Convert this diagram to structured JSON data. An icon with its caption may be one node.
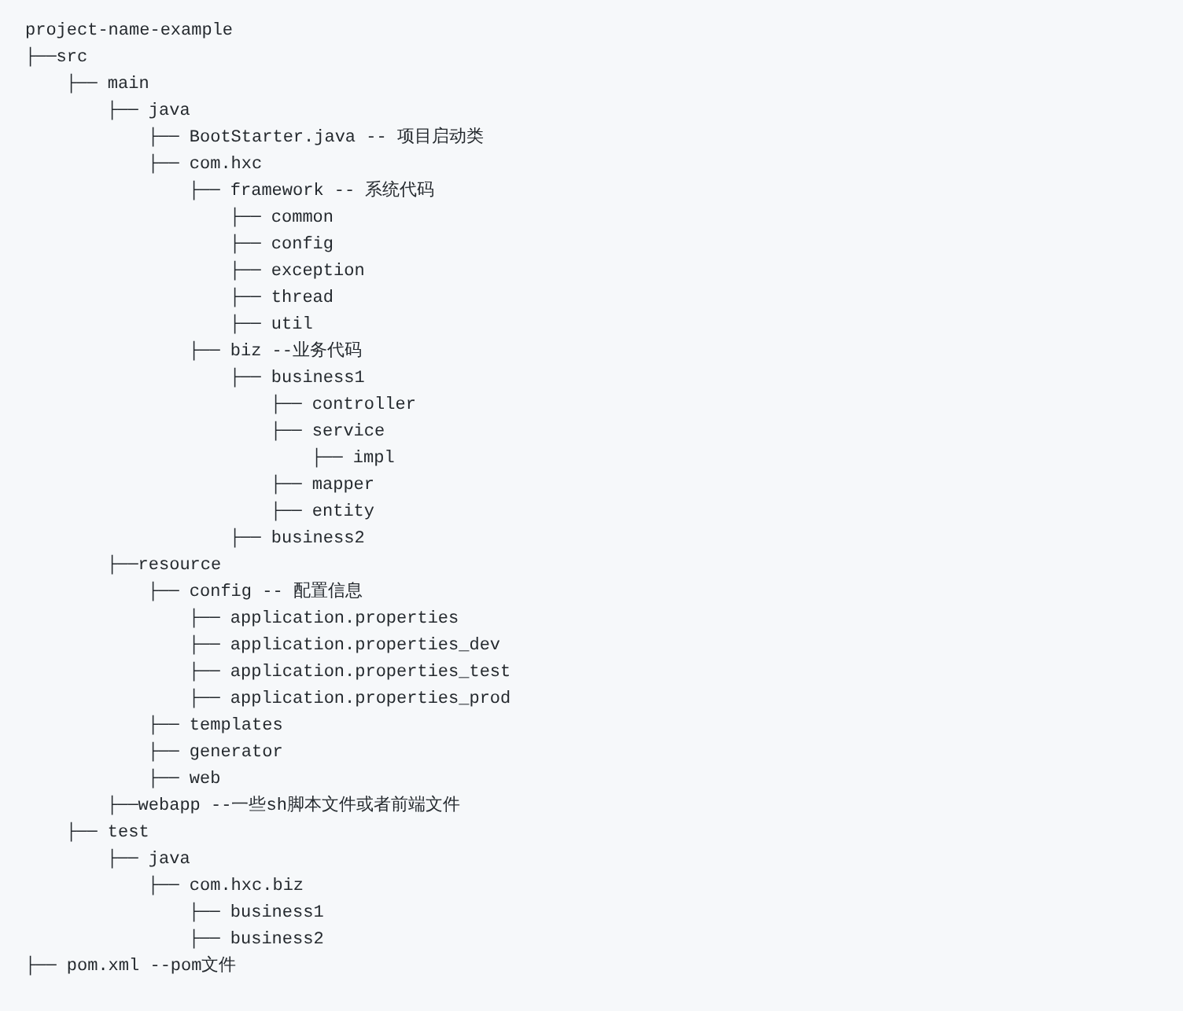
{
  "diagram": {
    "labels": [
      "project-name-example",
      "├──src",
      "├── main",
      "├── java",
      "├── BootStarter.java -- 项目启动类",
      "├── com.hxc",
      "├── framework -- 系统代码",
      "├── common",
      "├── config",
      "├── exception",
      "├── thread",
      "├── util",
      "├── biz --业务代码",
      "├── business1",
      "├── controller",
      "├── service",
      "├── impl",
      "├── mapper",
      "├── entity",
      "├── business2",
      "├──resource",
      "├── config -- 配置信息",
      "├── application.properties",
      "├── application.properties_dev",
      "├── application.properties_test",
      "├── application.properties_prod",
      "├── templates",
      "├── generator",
      "├── web",
      "├──webapp --一些sh脚本文件或者前端文件",
      "├── test",
      "├── java",
      "├── com.hxc.biz",
      "├── business1",
      "├── business2",
      "├── pom.xml --pom文件"
    ]
  }
}
